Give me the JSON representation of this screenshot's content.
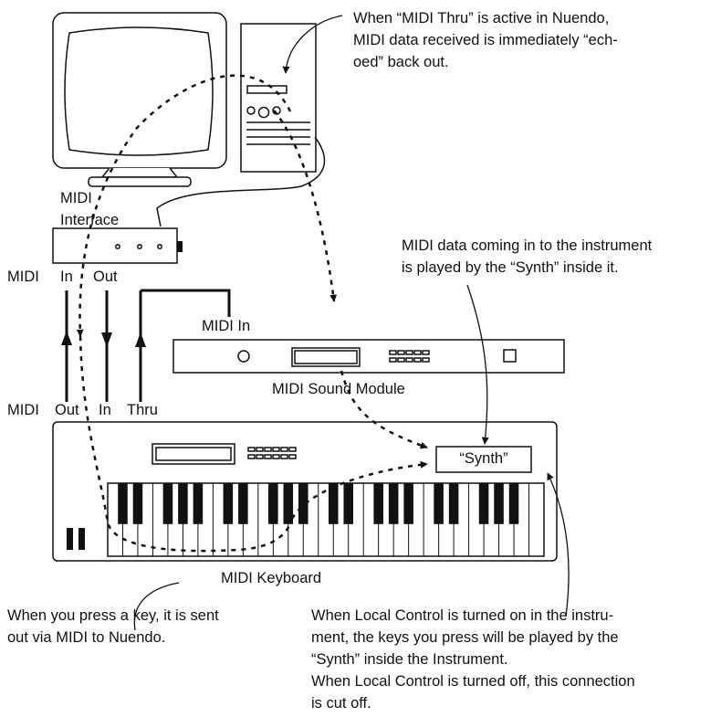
{
  "labels": {
    "midi_thru_note": [
      "When “MIDI Thru” is active in Nuendo,",
      "MIDI data received is immediately “ech-",
      "oed” back out."
    ],
    "interface_line1": "MIDI",
    "interface_line2": "Interface",
    "interface_port_prefix": "MIDI",
    "interface_in": "In",
    "interface_out": "Out",
    "synth_note": [
      "MIDI data coming in to the instrument",
      "is played by the “Synth” inside it."
    ],
    "module_in": "MIDI In",
    "sound_module": "MIDI Sound Module",
    "keyboard_port_prefix": "MIDI",
    "keyboard_out": "Out",
    "keyboard_in": "In",
    "keyboard_thru": "Thru",
    "synth_box": "“Synth”",
    "keyboard": "MIDI Keyboard",
    "key_note": [
      "When you press a key, it is sent",
      "out via MIDI to Nuendo."
    ],
    "local_note": [
      "When Local Control is turned on in the instru-",
      "ment, the keys you press will be played by the",
      "“Synth” inside the Instrument.",
      "When Local Control is turned off, this connection",
      "is cut off."
    ]
  }
}
